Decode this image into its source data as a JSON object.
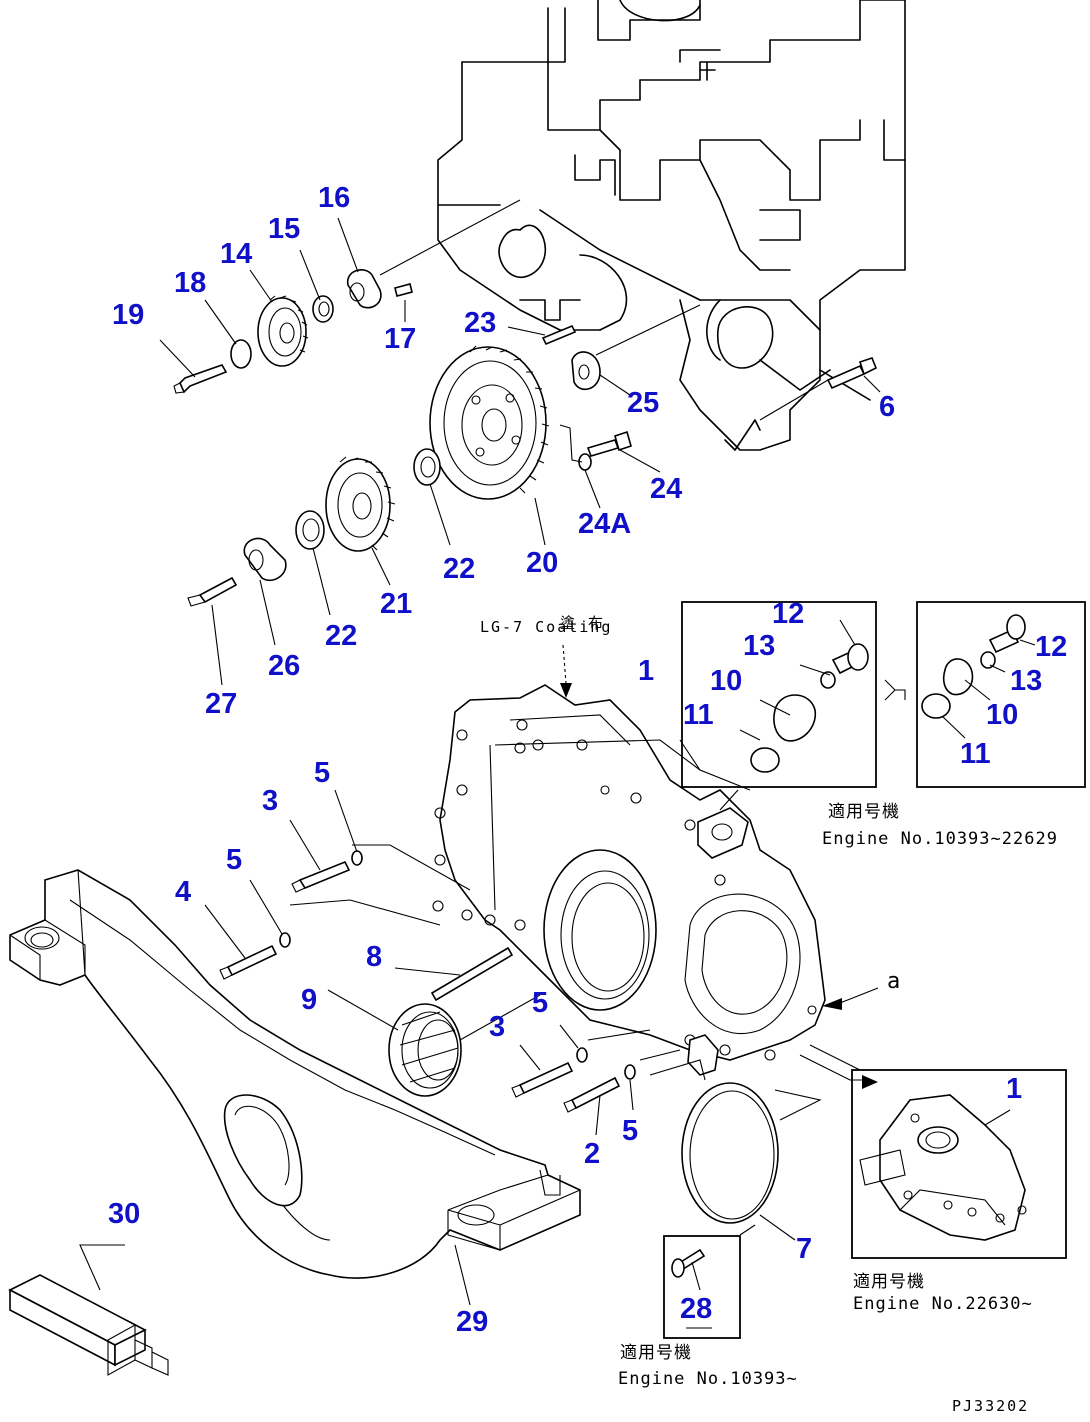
{
  "drawing": {
    "code": "PJ33202",
    "coating_note_jp": "塗 布",
    "coating_note_en": "LG-7 Coating",
    "arrow_marker": "a",
    "inset_a": {
      "caption_jp": "適用号機",
      "caption_en": "Engine No.10393~22629",
      "parts": [
        "12",
        "13",
        "10",
        "11"
      ]
    },
    "inset_b": {
      "parts": [
        "12",
        "13",
        "10",
        "11"
      ]
    },
    "inset_c": {
      "caption_jp": "適用号機",
      "caption_en": "Engine No.22630~",
      "parts": [
        "1"
      ]
    },
    "inset_d": {
      "caption_jp": "適用号機",
      "caption_en": "Engine No.10393~",
      "parts": [
        "28"
      ]
    }
  },
  "callouts": {
    "c1": "1",
    "c2": "2",
    "c3a": "3",
    "c3b": "3",
    "c4": "4",
    "c5a": "5",
    "c5b": "5",
    "c5c": "5",
    "c5d": "5",
    "c6": "6",
    "c7": "7",
    "c8": "8",
    "c9": "9",
    "c14": "14",
    "c15": "15",
    "c16": "16",
    "c17": "17",
    "c18": "18",
    "c19": "19",
    "c20": "20",
    "c21": "21",
    "c22a": "22",
    "c22b": "22",
    "c23": "23",
    "c24": "24",
    "c24a": "24A",
    "c25": "25",
    "c26": "26",
    "c27": "27",
    "c29": "29",
    "c30": "30"
  }
}
